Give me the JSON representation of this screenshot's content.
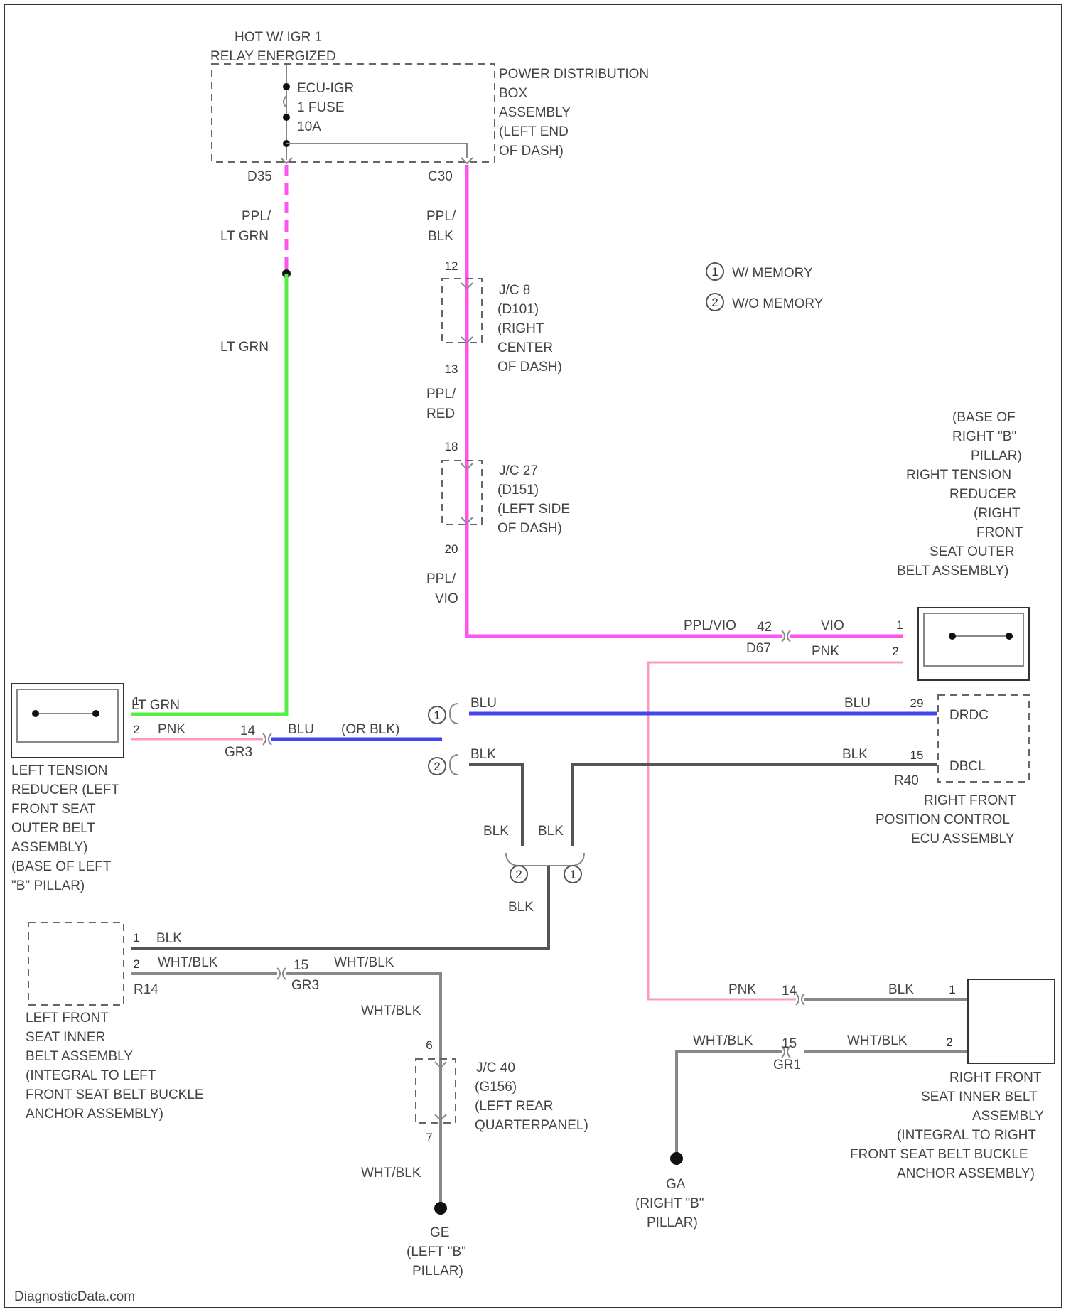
{
  "diagram": {
    "power": {
      "hot_label_1": "HOT W/ IGR 1",
      "hot_label_2": "RELAY ENERGIZED",
      "fuse_lines": [
        "ECU-IGR",
        "1 FUSE",
        "10A"
      ],
      "box_lines": [
        "POWER DISTRIBUTION",
        "BOX",
        "ASSEMBLY",
        "(LEFT END",
        "OF DASH)"
      ],
      "conn_left": "D35",
      "conn_right": "C30"
    },
    "legend": [
      {
        "num": "1",
        "text": "W/ MEMORY"
      },
      {
        "num": "2",
        "text": "W/O MEMORY"
      }
    ],
    "wires": {
      "ppl_lt_grn_1": "PPL/",
      "ppl_lt_grn_2": "LT GRN",
      "lt_grn_vert": "LT GRN",
      "ppl_blk_1": "PPL/",
      "ppl_blk_2": "BLK",
      "ppl_red_1": "PPL/",
      "ppl_red_2": "RED",
      "ppl_vio_1": "PPL/",
      "ppl_vio_2": "VIO",
      "ppl_vio_h": "PPL/VIO",
      "vio": "VIO",
      "pnk_right": "PNK",
      "lt_grn_left": "LT GRN",
      "pnk_left": "PNK",
      "blu_left": "BLU",
      "or_blk": "(OR BLK)",
      "blu_mid": "BLU",
      "blu_right": "BLU",
      "blk_mid": "BLK",
      "blk_right": "BLK",
      "blk_drop_1": "BLK",
      "blk_drop_2": "BLK",
      "blk_lower": "BLK",
      "blk_belt": "BLK",
      "wht_blk_1": "WHT/BLK",
      "wht_blk_2": "WHT/BLK",
      "wht_blk_3": "WHT/BLK",
      "wht_blk_4": "WHT/BLK",
      "pnk_lower": "PNK",
      "blk_rbelt": "BLK",
      "wht_blk_r1": "WHT/BLK",
      "wht_blk_r2": "WHT/BLK"
    },
    "junctions": {
      "jc8": [
        "J/C 8",
        "(D101)",
        "(RIGHT",
        "CENTER",
        "OF DASH)"
      ],
      "jc8_pin_top": "12",
      "jc8_pin_bot": "13",
      "jc27": [
        "J/C 27",
        "(D151)",
        "(LEFT SIDE",
        "OF DASH)"
      ],
      "jc27_pin_top": "18",
      "jc27_pin_bot": "20",
      "jc40": [
        "J/C 40",
        "(G156)",
        "(LEFT REAR",
        "QUARTERPANEL)"
      ],
      "jc40_pin_top": "6",
      "jc40_pin_bot": "7"
    },
    "connectors": {
      "d67_pin": "42",
      "d67": "D67",
      "r_tension_pin1": "1",
      "r_tension_pin2": "2",
      "l_tension_pin1": "1",
      "l_tension_pin2": "2",
      "gr3_pin": "14",
      "gr3": "GR3",
      "ecu_pin1": "29",
      "ecu_pin2": "15",
      "ecu_conn": "R40",
      "ecu_t1": "DRDC",
      "ecu_t2": "DBCL",
      "lbelt_pin1": "1",
      "lbelt_pin2": "2",
      "lbelt_conn": "R14",
      "gr3b_pin": "15",
      "gr3b": "GR3",
      "rbelt_pin1": "1",
      "rbelt_pin2": "2",
      "rpnk_pin": "14",
      "rgr3_pin": "15",
      "rgr3": "GR1",
      "g1": "2",
      "g2": "1"
    },
    "components": {
      "right_tension": [
        "(BASE OF",
        "RIGHT \"B\"",
        "PILLAR)",
        "RIGHT TENSION",
        "REDUCER",
        "(RIGHT",
        "FRONT",
        "SEAT OUTER",
        "BELT ASSEMBLY)"
      ],
      "left_tension": [
        "LEFT TENSION",
        "REDUCER (LEFT",
        "FRONT SEAT",
        "OUTER BELT",
        "ASSEMBLY)",
        "(BASE OF LEFT",
        "\"B\" PILLAR)"
      ],
      "ecu": [
        "RIGHT FRONT",
        "POSITION CONTROL",
        "ECU ASSEMBLY"
      ],
      "left_belt": [
        "LEFT FRONT",
        "SEAT INNER",
        "BELT ASSEMBLY",
        "(INTEGRAL TO LEFT",
        "FRONT SEAT BELT BUCKLE",
        "ANCHOR ASSEMBLY)"
      ],
      "right_belt": [
        "RIGHT FRONT",
        "SEAT INNER BELT",
        "ASSEMBLY",
        "(INTEGRAL TO RIGHT",
        "FRONT SEAT BELT BUCKLE",
        "ANCHOR ASSEMBLY)"
      ]
    },
    "grounds": {
      "left": [
        "GE",
        "(LEFT \"B\"",
        "PILLAR)"
      ],
      "right": [
        "GA",
        "(RIGHT \"B\"",
        "PILLAR)"
      ]
    },
    "watermark": "DiagnosticData.com",
    "colors": {
      "pink_violet": "#ff55ee",
      "lt_green": "#55ee44",
      "blue": "#4444ee",
      "pink": "#ff99b5"
    }
  }
}
